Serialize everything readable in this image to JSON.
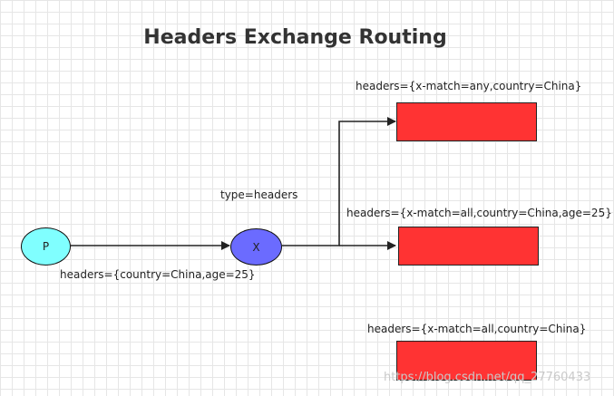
{
  "title": "Headers Exchange Routing",
  "producer": {
    "label": "P",
    "color": "#80ffff"
  },
  "exchange": {
    "label": "X",
    "type_label": "type=headers",
    "color": "#6b6bff"
  },
  "message_headers": "headers={country=China,age=25}",
  "queues": [
    {
      "binding": "headers={x-match=any,country=China}",
      "color": "#ff3333"
    },
    {
      "binding": "headers={x-match=all,country=China,age=25}",
      "color": "#ff3333"
    },
    {
      "binding": "headers={x-match=all,country=China}",
      "color": "#ff3333"
    }
  ],
  "watermark": "https://blog.csdn.net/qq_27760433"
}
